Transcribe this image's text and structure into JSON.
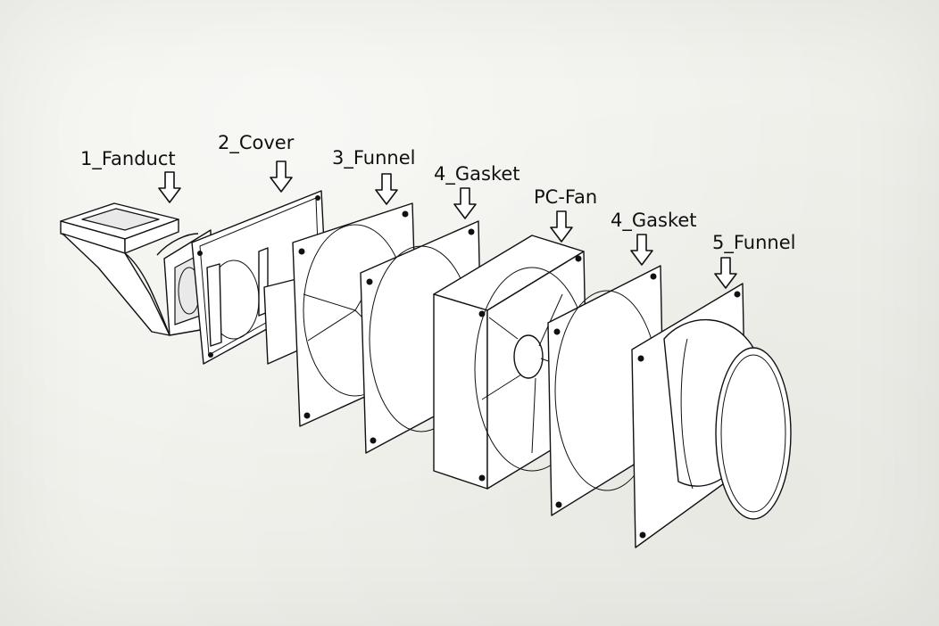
{
  "labels": {
    "fanduct": "1_Fanduct",
    "cover": "2_Cover",
    "funnel_3": "3_Funnel",
    "gasket_a": "4_Gasket",
    "pc_fan": "PC-Fan",
    "gasket_b": "4_Gasket",
    "funnel_5": "5_Funnel"
  },
  "colors": {
    "line": "#111111",
    "background": "#f0f0eb"
  }
}
